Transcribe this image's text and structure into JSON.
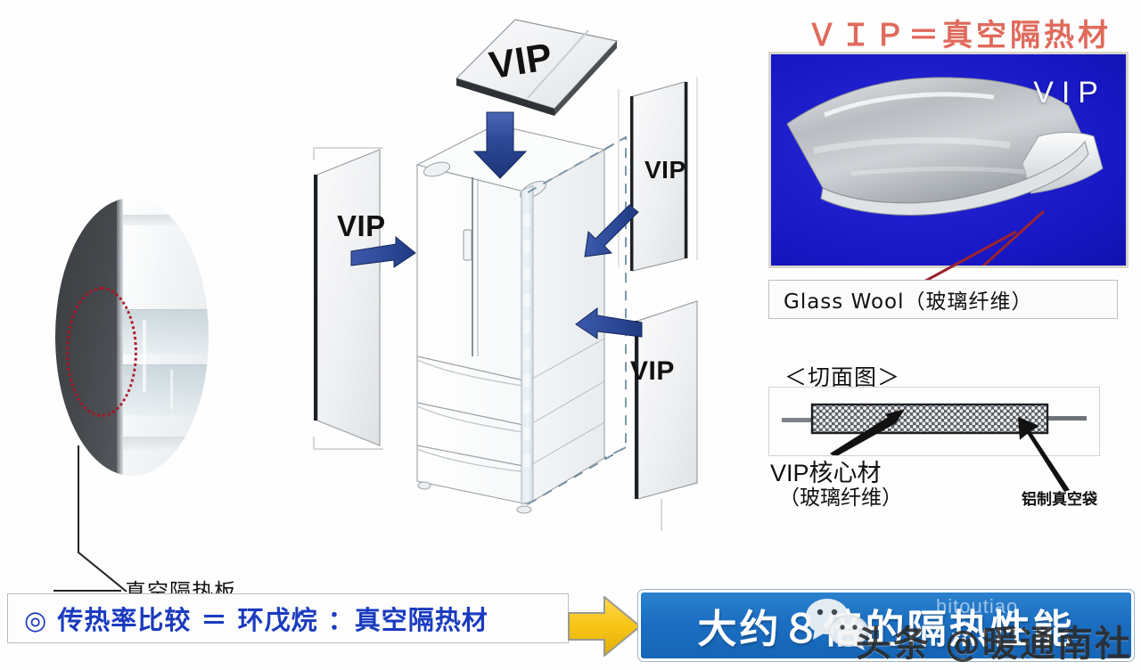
{
  "title": {
    "text": "ＶＩＰ＝真空隔热材",
    "color": "#e06a5c"
  },
  "left_photo": {
    "name": "refrigerator-wall-closeup",
    "callout_label": "真空隔热板",
    "highlight_shape": "dotted-ellipse",
    "highlight_color": "#b01020"
  },
  "exploded_diagram": {
    "product": "french-door-refrigerator",
    "panels": [
      {
        "id": "top",
        "label": "VIP",
        "arrow": "down"
      },
      {
        "id": "left-side",
        "label": "VIP",
        "arrow": "right"
      },
      {
        "id": "right-upper",
        "label": "VIP",
        "arrow": "down-left"
      },
      {
        "id": "right-lower",
        "label": "VIP",
        "arrow": "left"
      }
    ],
    "arrow_color": "#2b4896"
  },
  "vip_photo": {
    "caption": "VIP",
    "background_color": "#1b1bcd",
    "pointer_color": "#9c2430"
  },
  "glass_wool": {
    "label": "Glass Wool（玻璃纤维）"
  },
  "cross_section": {
    "title": "＜切面图＞",
    "core_label": "VIP核心材",
    "core_sublabel": "（玻璃纤维）",
    "bag_label": "铝制真空袋"
  },
  "bottom": {
    "comparison_text": "◎ 传热率比较 ＝ 环戊烷 ：真空隔热材",
    "comparison_color": "#1a3bbf",
    "arrow_color": "#f5c518",
    "result_text": "大约８倍的隔热性能",
    "result_bg_color": "#1b6ec2"
  },
  "watermark": {
    "platform": "头条 @暖通南社",
    "logo": "wechat-logo",
    "faint_text": "hitoutiao"
  }
}
